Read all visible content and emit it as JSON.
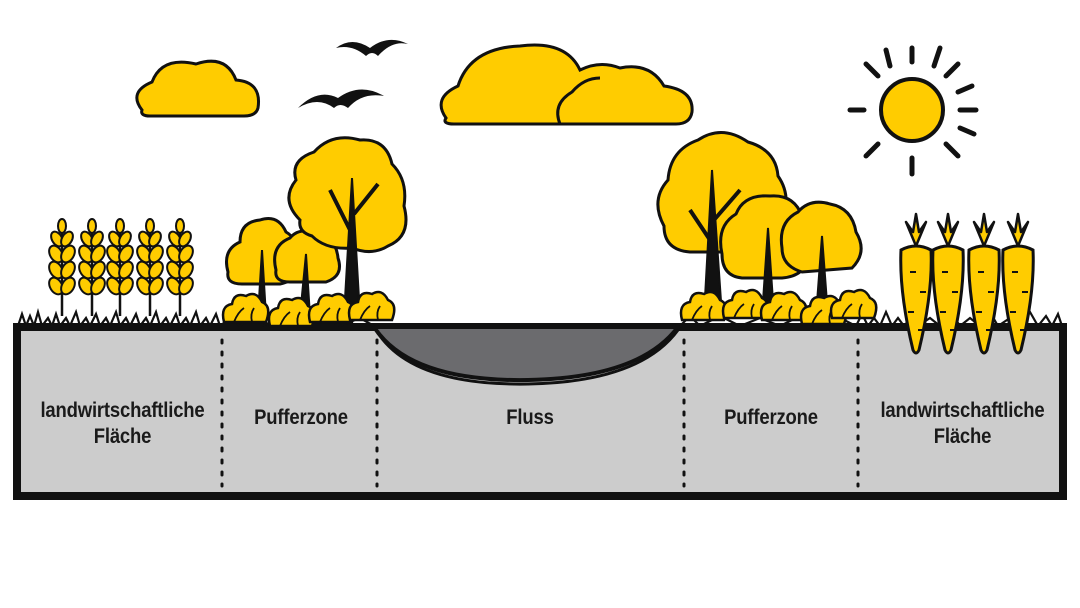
{
  "zones": [
    {
      "label": "landwirtschaftliche Fläche"
    },
    {
      "label": "Pufferzone"
    },
    {
      "label": "Fluss"
    },
    {
      "label": "Pufferzone"
    },
    {
      "label": "landwirtschaftliche Fläche"
    }
  ],
  "colors": {
    "accent_yellow": "#FFCC00",
    "outline": "#111111",
    "ground": "#CCCCCC",
    "river": "#6B6B6E"
  },
  "icons": [
    "cloud-icon",
    "bird-icon",
    "sun-icon",
    "tree-icon",
    "wheat-icon",
    "carrot-icon",
    "bush-icon",
    "grass-icon"
  ]
}
